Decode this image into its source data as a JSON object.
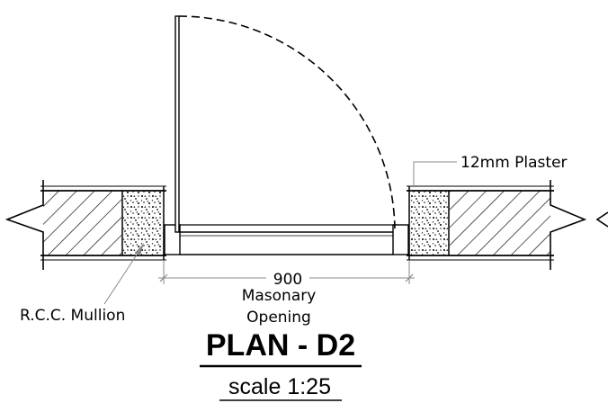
{
  "drawing": {
    "title": "PLAN - D2",
    "scale": "scale 1:25",
    "labels": {
      "plaster": "12mm  Plaster",
      "mullion": "R.C.C.  Mullion",
      "dimension": "900",
      "opening_line1": "Masonary",
      "opening_line2": "Opening"
    }
  }
}
